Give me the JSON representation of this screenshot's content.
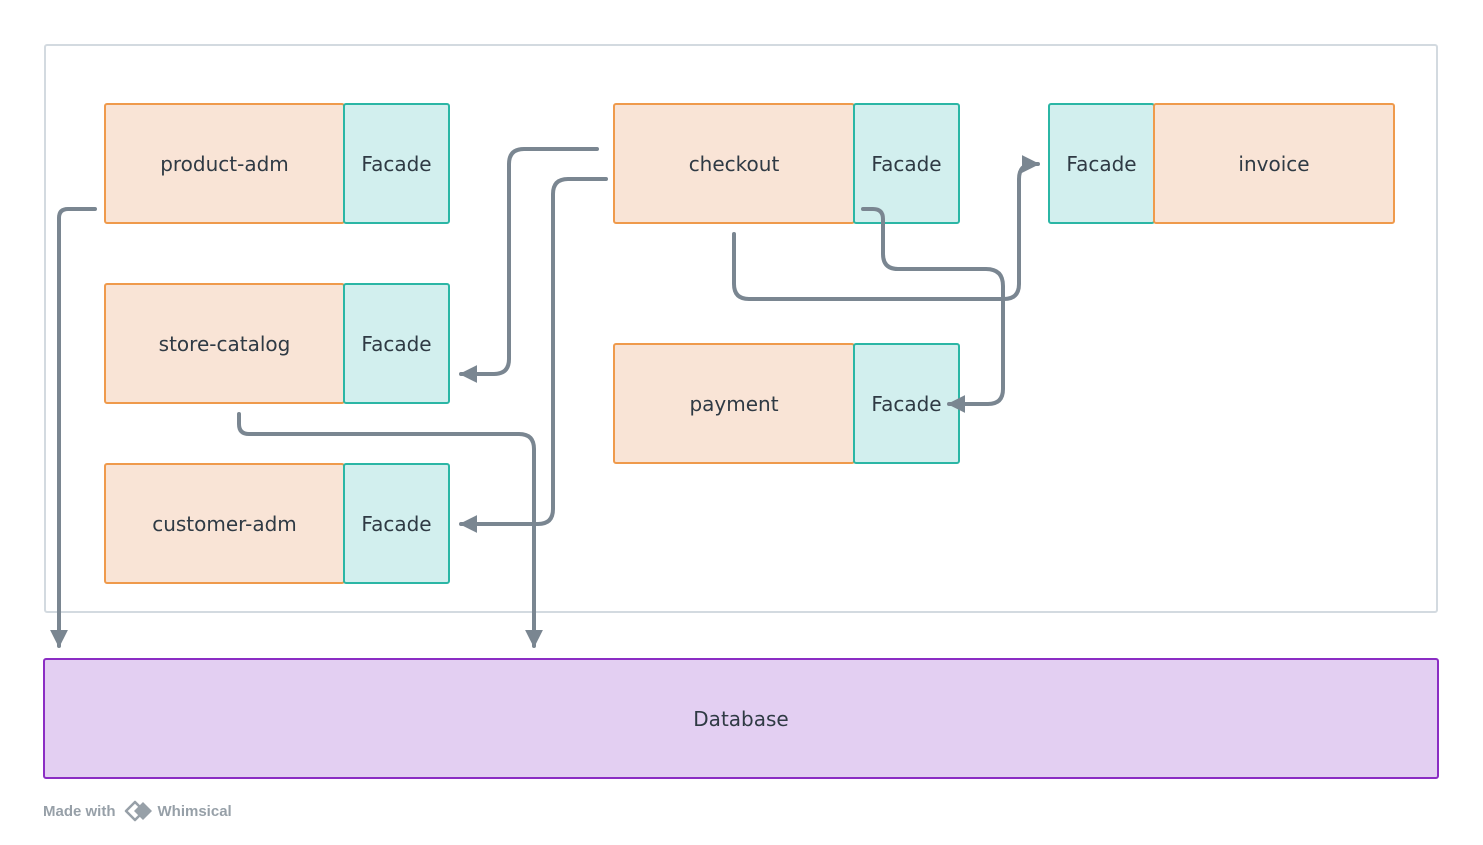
{
  "modules": {
    "product_adm": "product-adm",
    "store_catalog": "store-catalog",
    "customer_adm": "customer-adm",
    "checkout": "checkout",
    "payment": "payment",
    "invoice": "invoice"
  },
  "facade_label": "Facade",
  "database_label": "Database",
  "footer": {
    "made_with": "Made with",
    "brand": "Whimsical",
    "logo_icon": "whimsical-logo-icon"
  },
  "colors": {
    "module_fill": "#f9e4d6",
    "module_border": "#ef9a4c",
    "facade_fill": "#d2efee",
    "facade_border": "#2bb6a5",
    "database_fill": "#e3cff2",
    "database_border": "#8b2dc4",
    "connector": "#7a8691",
    "container_border": "#d3dae0"
  }
}
